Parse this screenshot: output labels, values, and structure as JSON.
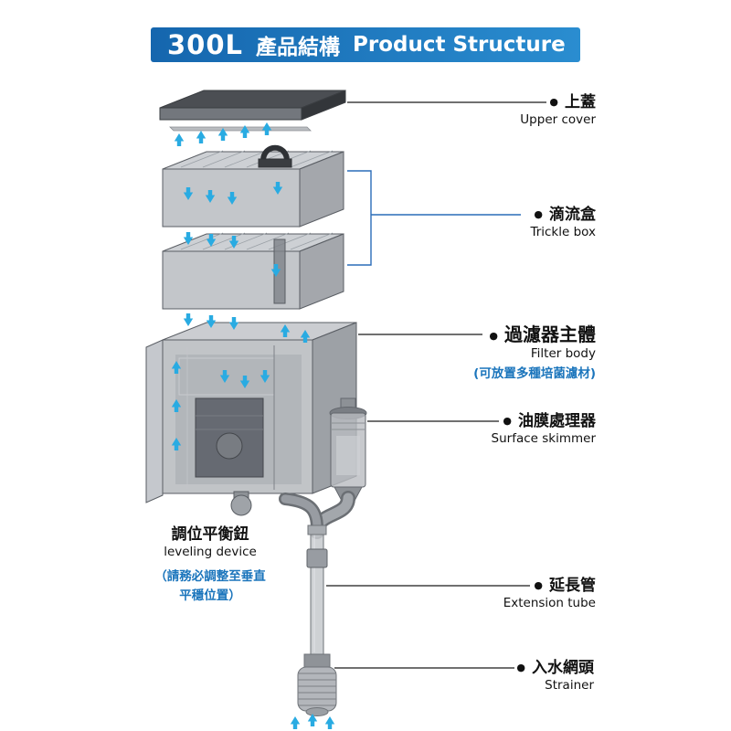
{
  "header": {
    "model": "300L",
    "title_zh": "產品結構",
    "title_en": "Product Structure"
  },
  "bullet": "●",
  "parts": {
    "upper_cover": {
      "zh": "上蓋",
      "en": "Upper cover"
    },
    "trickle_box": {
      "zh": "滴流盒",
      "en": "Trickle box"
    },
    "filter_body": {
      "zh": "過濾器主體",
      "en": "Filter body",
      "note": "(可放置多種培菌濾材)"
    },
    "surface_skimmer": {
      "zh": "油膜處理器",
      "en": "Surface skimmer"
    },
    "leveling_device": {
      "zh": "調位平衡鈕",
      "en": "leveling device",
      "note_line1": "（請務必調整至垂直",
      "note_line2": "平穩位置）"
    },
    "extension_tube": {
      "zh": "延長管",
      "en": "Extension tube"
    },
    "strainer": {
      "zh": "入水網頭",
      "en": "Strainer"
    }
  },
  "colors": {
    "header_blue_left": "#1566ae",
    "header_blue_right": "#2a8dd0",
    "note_blue": "#1b75bc",
    "arrow_cyan": "#29abe2",
    "leader_line": "#1a1a1a",
    "bracket_blue": "#2a6db8"
  }
}
